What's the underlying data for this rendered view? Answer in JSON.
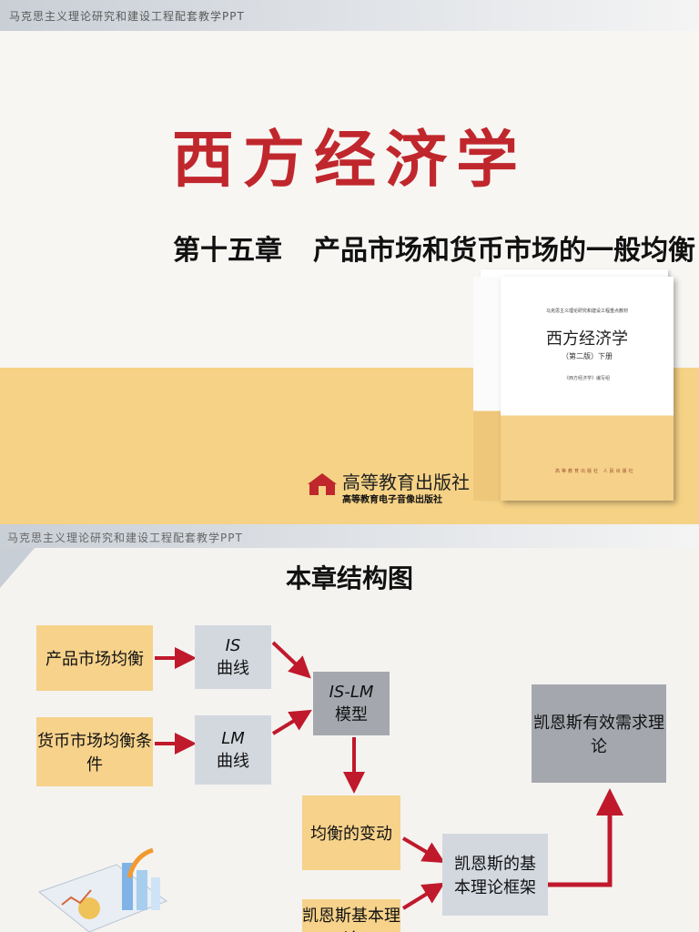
{
  "slide1": {
    "topbar_text": "马克思主义理论研究和建设工程配套教学PPT",
    "title": "西方经济学",
    "chapter": "第十五章",
    "chapter_title": "产品市场和货币市场的一般均衡",
    "book": {
      "series": "马克思主义理论研究和建设工程重点教材",
      "title": "西方经济学",
      "edition": "（第二版）下册",
      "editor": "《西方经济学》编写组",
      "publisher": "高等教育出版社  人民出版社"
    },
    "publisher": {
      "name": "高等教育出版社",
      "sub": "高等教育电子音像出版社"
    },
    "colors": {
      "title": "#c0272d",
      "band": "#f5d286"
    }
  },
  "slide2": {
    "topbar_text": "马克思主义理论研究和建设工程配套教学PPT",
    "title": "本章结构图",
    "boxes": {
      "product_market": "产品市场均衡",
      "money_market": "货币市场均衡条件",
      "is_prefix": "IS",
      "is_suffix": "曲线",
      "lm_prefix": "LM",
      "lm_suffix": "曲线",
      "islm_prefix": "IS-LM",
      "islm_suffix": "模型",
      "keynes": "凯恩斯有效需求理论",
      "left_bottom_1": "均衡的变动",
      "left_bottom_2": "凯恩斯基本理论",
      "middle_bottom": "凯恩斯的基本理论框架"
    },
    "colors": {
      "arrow": "#c0192c",
      "yellow": "#f6d28b",
      "grey": "#d3d8df",
      "dark": "#a4a8ae"
    }
  }
}
